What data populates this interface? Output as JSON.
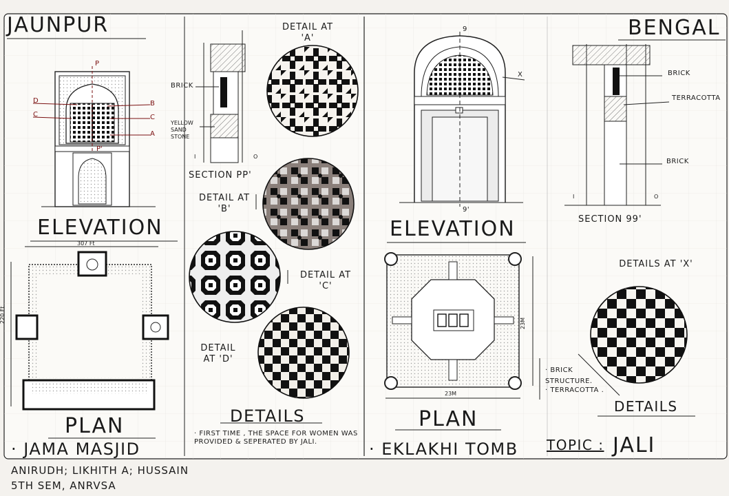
{
  "jaunpur": {
    "title": "JAUNPUR",
    "elevation_label": "ELEVATION",
    "plan_label": "PLAN",
    "building": "· JAMA MASJID",
    "section_label": "SECTION PP'",
    "marks": {
      "p_top": "P",
      "p_bottom": "P'",
      "a": "A",
      "b": "B",
      "c": "C",
      "d": "D"
    },
    "section_notes": {
      "brick": "BRICK",
      "stone": "YELLOW SAND STONE",
      "i": "I",
      "o": "O"
    },
    "plan_width": "307 Ft",
    "plan_height": "220 Ft"
  },
  "details_panel": {
    "detail_a": "DETAIL AT 'A'",
    "detail_b": "DETAIL AT 'B'",
    "detail_c": "DETAIL AT 'C'",
    "detail_d": "DETAIL AT 'D'",
    "details_label": "DETAILS",
    "note": "· FIRST TIME , THE SPACE FOR WOMEN WAS PROVIDED & SEPERATED BY JALI."
  },
  "bengal": {
    "title": "BENGAL",
    "elevation_label": "ELEVATION",
    "plan_label": "PLAN",
    "building": "· EKLAKHI TOMB",
    "section_label": "SECTION 99'",
    "marks": {
      "q_top": "9",
      "q_bottom": "9'",
      "x": "X"
    },
    "section_notes": {
      "brick1": "BRICK",
      "terracotta": "TERRACOTTA",
      "brick2": "BRICK",
      "i": "I",
      "o": "O"
    },
    "plan_dim_bottom": "23M",
    "plan_dim_side": "23M",
    "detail_x": "DETAILS AT 'X'",
    "legend": [
      "· BRICK STRUCTURE.",
      "· TERRACOTTA ."
    ],
    "details_label": "DETAILS"
  },
  "topic": {
    "label": "TOPIC :",
    "value": "JALI"
  },
  "credits": {
    "line1": "ANIRUDH; LIKHITH A; HUSSAIN",
    "line2": "5TH SEM, ANRVSA"
  },
  "colors": {
    "ink": "#1a1a1a",
    "paper": "#fbfaf7",
    "accent": "#7a1010",
    "shade": "#bcb8b2"
  }
}
